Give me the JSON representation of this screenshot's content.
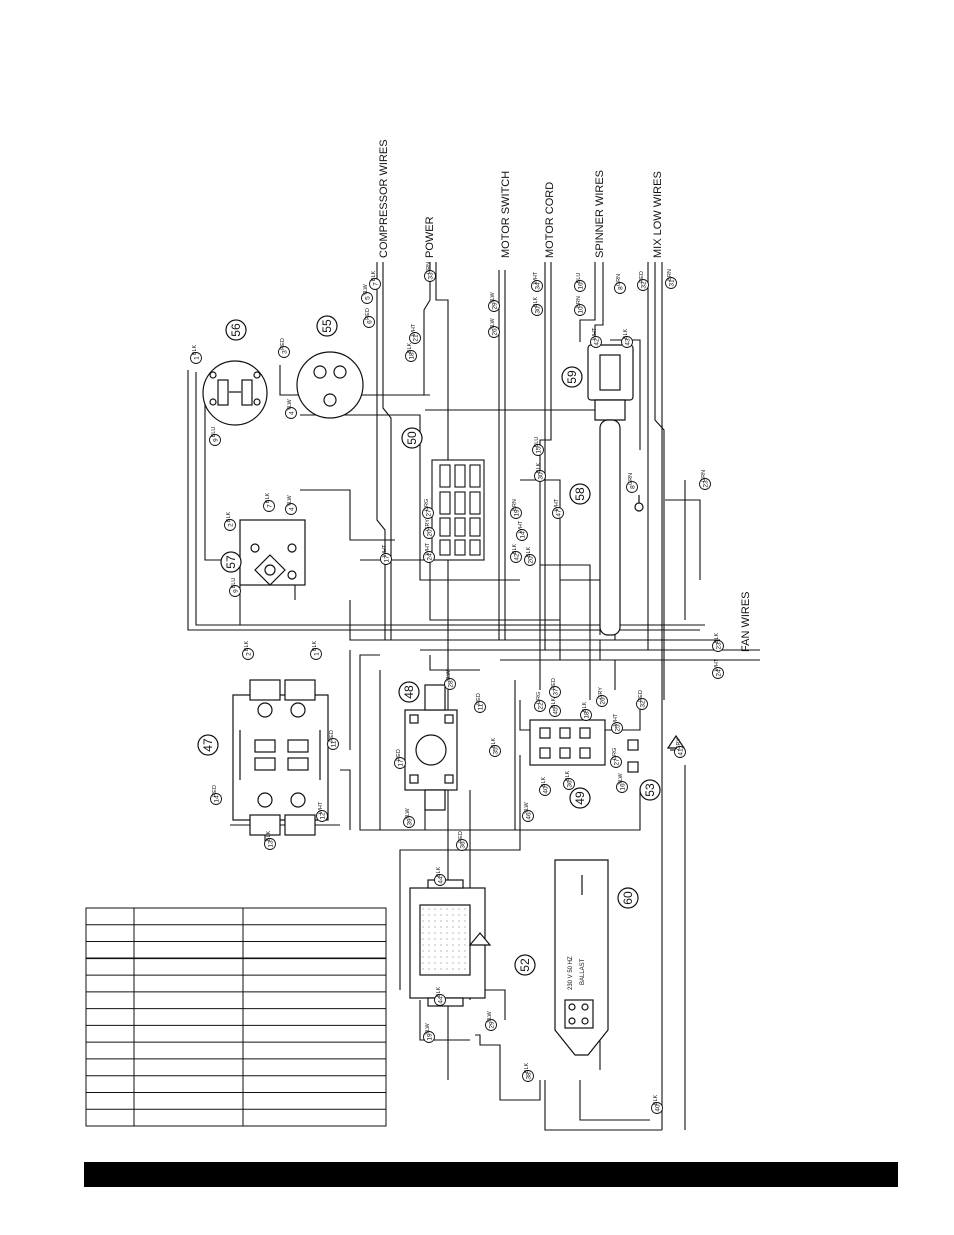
{
  "header_labels": [
    "COMPRESSOR WIRES",
    "POWER",
    "MOTOR SWITCH",
    "MOTOR CORD",
    "SPINNER WIRES",
    "MIX LOW WIRES"
  ],
  "fan_label": "FAN WIRES",
  "ballast_text": [
    "230 V 50 HZ",
    "BALLAST"
  ],
  "component_ids": [
    "47",
    "48",
    "49",
    "50",
    "52",
    "53",
    "55",
    "56",
    "57",
    "58",
    "59",
    "60"
  ],
  "wire_tags": [
    {
      "num": "7",
      "color": "BLK"
    },
    {
      "num": "5",
      "color": "YLW"
    },
    {
      "num": "6",
      "color": "RED"
    },
    {
      "num": "33",
      "color": "GRN"
    },
    {
      "num": "21",
      "color": "WHT"
    },
    {
      "num": "18",
      "color": "BLK"
    },
    {
      "num": "29",
      "color": "YLW"
    },
    {
      "num": "26",
      "color": "YLW"
    },
    {
      "num": "34",
      "color": "WHT"
    },
    {
      "num": "30",
      "color": "BLK"
    },
    {
      "num": "16",
      "color": "BLU"
    },
    {
      "num": "10",
      "color": "BRN"
    },
    {
      "num": "8",
      "color": "GRN"
    },
    {
      "num": "32",
      "color": "RED"
    },
    {
      "num": "31",
      "color": "BRN"
    },
    {
      "num": "1",
      "color": "BLK"
    },
    {
      "num": "3",
      "color": "RED"
    },
    {
      "num": "4",
      "color": "YLW"
    },
    {
      "num": "9",
      "color": "BLU"
    },
    {
      "num": "2",
      "color": "BLK"
    },
    {
      "num": "7",
      "color": "BLK"
    },
    {
      "num": "4",
      "color": "YLW"
    },
    {
      "num": "17",
      "color": "WHT"
    },
    {
      "num": "42",
      "color": "WHT"
    },
    {
      "num": "43",
      "color": "BLK"
    },
    {
      "num": "15",
      "color": "BLU"
    },
    {
      "num": "30",
      "color": "BLK"
    },
    {
      "num": "8",
      "color": "GRN"
    },
    {
      "num": "23",
      "color": "GRN"
    },
    {
      "num": "27",
      "color": "ORG"
    },
    {
      "num": "20",
      "color": "GRY"
    },
    {
      "num": "19",
      "color": "BRN"
    },
    {
      "num": "47",
      "color": "WHT"
    },
    {
      "num": "24",
      "color": "WHT"
    },
    {
      "num": "14",
      "color": "WHT"
    },
    {
      "num": "42",
      "color": "BLK"
    },
    {
      "num": "9",
      "color": "BLU"
    },
    {
      "num": "20",
      "color": "BLK"
    },
    {
      "num": "2",
      "color": "BLK"
    },
    {
      "num": "1",
      "color": "BLK"
    },
    {
      "num": "23",
      "color": "BLK"
    },
    {
      "num": "24",
      "color": "WHT"
    },
    {
      "num": "28",
      "color": "YLW"
    },
    {
      "num": "11",
      "color": "RED"
    },
    {
      "num": "22",
      "color": "ORG"
    },
    {
      "num": "37",
      "color": "RED"
    },
    {
      "num": "45",
      "color": "BLK"
    },
    {
      "num": "18",
      "color": "BLK"
    },
    {
      "num": "26",
      "color": "GRY"
    },
    {
      "num": "25",
      "color": "WHT"
    },
    {
      "num": "32",
      "color": "RED"
    },
    {
      "num": "11",
      "color": "RED"
    },
    {
      "num": "17",
      "color": "RED"
    },
    {
      "num": "14",
      "color": "RED"
    },
    {
      "num": "12",
      "color": "WHT"
    },
    {
      "num": "13",
      "color": "BLK"
    },
    {
      "num": "16",
      "color": "YLW"
    },
    {
      "num": "27",
      "color": "ORG"
    },
    {
      "num": "41",
      "color": "GRY"
    },
    {
      "num": "46",
      "color": "YLW"
    },
    {
      "num": "40",
      "color": "BLK"
    },
    {
      "num": "36",
      "color": "BLK"
    },
    {
      "num": "35",
      "color": "BLK"
    },
    {
      "num": "44",
      "color": "BLK"
    },
    {
      "num": "44",
      "color": "BLK"
    },
    {
      "num": "29",
      "color": "YLW"
    },
    {
      "num": "19",
      "color": "YLW"
    },
    {
      "num": "38",
      "color": "BLK"
    },
    {
      "num": "40",
      "color": "BLK"
    },
    {
      "num": "39",
      "color": "YLW"
    },
    {
      "num": "36",
      "color": "RED"
    }
  ],
  "legend_table": {
    "rows": 13,
    "columns": 3
  }
}
